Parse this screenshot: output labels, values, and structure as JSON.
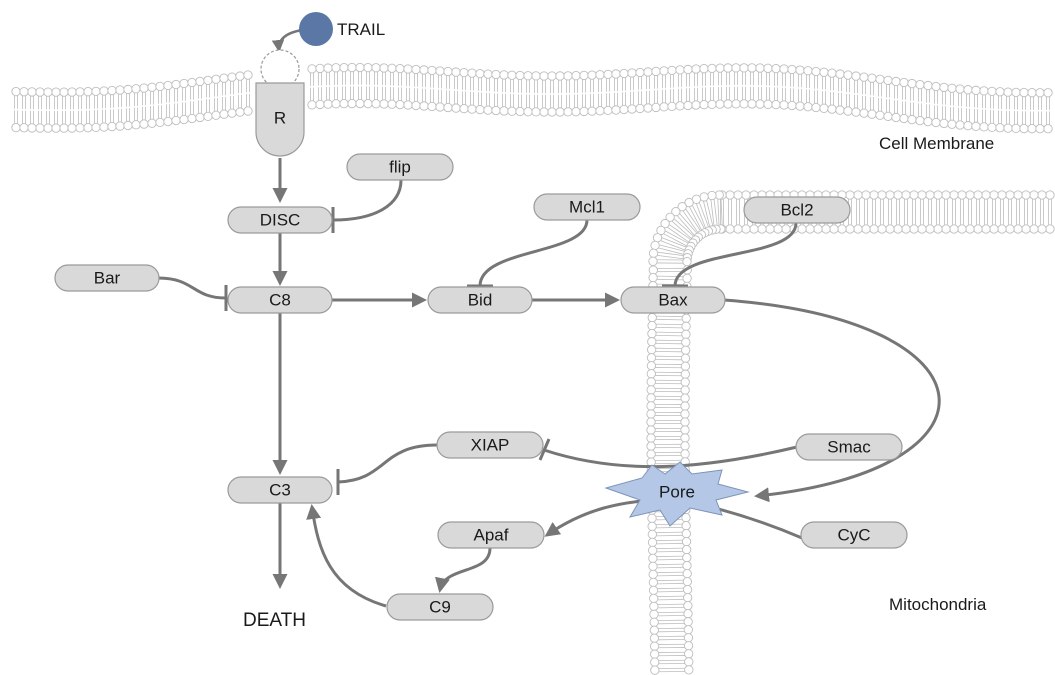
{
  "ligand": {
    "label": "TRAIL",
    "color": "#5b77a6"
  },
  "receptor": {
    "label": "R"
  },
  "nodes": {
    "flip": "flip",
    "disc": "DISC",
    "bar": "Bar",
    "c8": "C8",
    "mcl1": "Mcl1",
    "bid": "Bid",
    "bcl2": "Bcl2",
    "bax": "Bax",
    "xiap": "XIAP",
    "smac": "Smac",
    "c3": "C3",
    "pore": "Pore",
    "apaf": "Apaf",
    "cyc": "CyC",
    "c9": "C9"
  },
  "labels": {
    "cell_membrane": "Cell Membrane",
    "mitochondria": "Mitochondria",
    "death": "DEATH"
  },
  "colors": {
    "node_fill": "#d9d9d9",
    "edge": "#767676",
    "pore_fill": "#b4c7e7",
    "membrane": "#bdbdbd"
  }
}
